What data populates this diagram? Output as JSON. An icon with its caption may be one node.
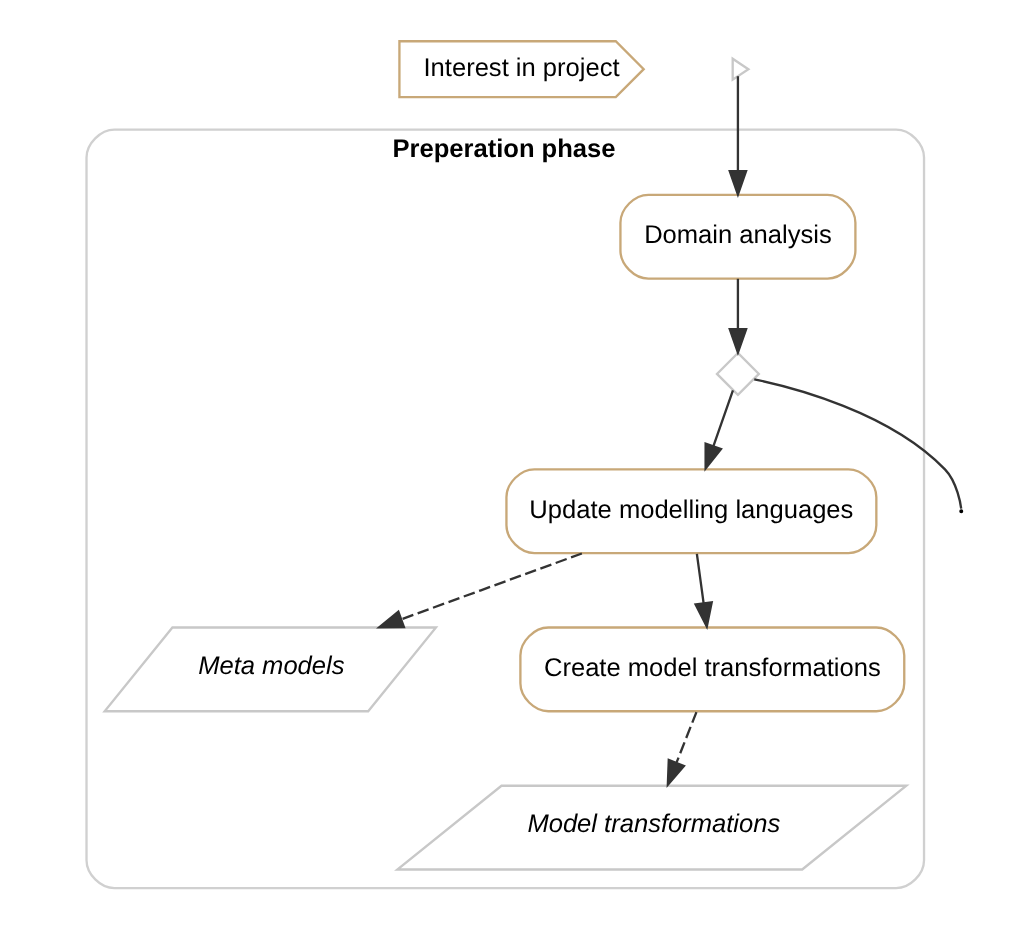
{
  "diagram": {
    "nodes": [
      {
        "text": [
          "Interest in project"
        ]
      },
      {
        "text": [
          "Preperation phase"
        ]
      },
      {
        "text": [
          "Domain analysis"
        ],
        "in": 1
      },
      {
        "text": [],
        "shape": "diamond",
        "in": 1
      },
      {
        "text": [
          "Meta models"
        ],
        "in": 1
      },
      {
        "text": [
          "Update modelling languages"
        ],
        "in": 1
      },
      {
        "text": [
          "Create model transformations"
        ],
        "in": 1
      },
      {
        "text": [
          "Model transformations"
        ],
        "in": 1
      }
    ],
    "edges": [
      {
        "from": null,
        "to": 2,
        "arrow": "to"
      },
      {
        "from": 2,
        "to": 3,
        "arrow": "to"
      },
      {
        "from": 3,
        "to": 5,
        "arrow": "to"
      },
      {
        "from": 3,
        "to": null,
        "arrow": "none"
      },
      {
        "from": 5,
        "to": 4,
        "arrow": "to",
        "style": "dashed"
      },
      {
        "from": 5,
        "to": 6,
        "arrow": "to"
      },
      {
        "from": 6,
        "to": 7,
        "arrow": "to",
        "style": "dashed"
      }
    ]
  }
}
